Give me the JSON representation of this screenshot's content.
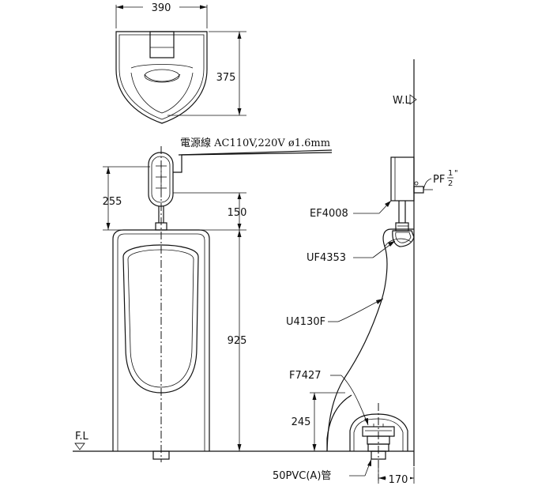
{
  "dimensions": {
    "top_width": "390",
    "top_depth": "375",
    "sensor_height": "255",
    "sensor_gap": "150",
    "urinal_height": "925",
    "drain_height": "245",
    "drain_offset": "170"
  },
  "labels": {
    "power_cable": "電源線 AC110V,220V ø1.6mm",
    "water_level": "W.L",
    "floor_level": "F.L",
    "supply_pipe_prefix": "PF",
    "supply_pipe_num": "1",
    "supply_pipe_den": "2",
    "supply_pipe_unit": "\"",
    "flush_valve": "EF4008",
    "spud": "UF4353",
    "urinal": "U4130F",
    "trap": "F7427",
    "drain_pipe": "50PVC(A)管"
  }
}
